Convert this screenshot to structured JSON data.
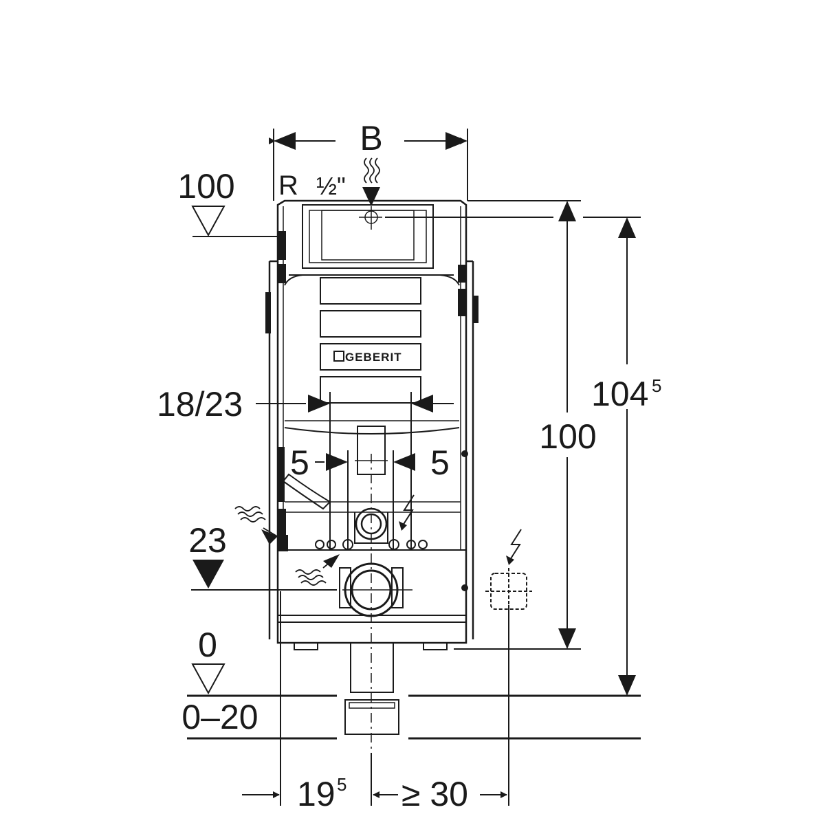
{
  "labels": {
    "width": "B",
    "connection_r": "R",
    "connection_size": "½\"",
    "level_top": "100",
    "level_23": "23",
    "level_zero": "0",
    "floor_range": "0–20",
    "flush_spacing": "18/23",
    "offset_left": "5",
    "offset_right": "5",
    "height_frame": "100",
    "height_total": "104",
    "height_total_sup": "5",
    "bottom_left": "19",
    "bottom_left_sup": "5",
    "bottom_right": "≥ 30"
  },
  "brand": {
    "logo_text": "GEBERIT"
  }
}
